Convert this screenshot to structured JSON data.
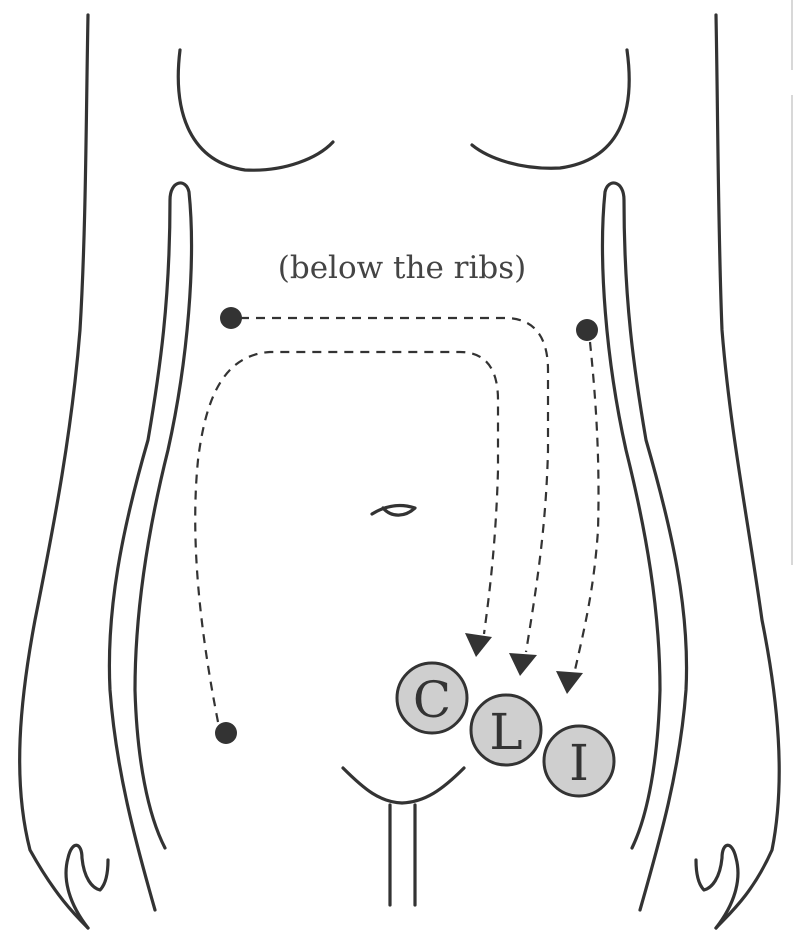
{
  "caption": "(below the ribs)",
  "colors": {
    "line": "#333333",
    "badge_fill": "#cfcfcf",
    "background": "#ffffff"
  },
  "badges": [
    {
      "id": "c",
      "letter": "C"
    },
    {
      "id": "l",
      "letter": "L"
    },
    {
      "id": "i",
      "letter": "I"
    }
  ]
}
